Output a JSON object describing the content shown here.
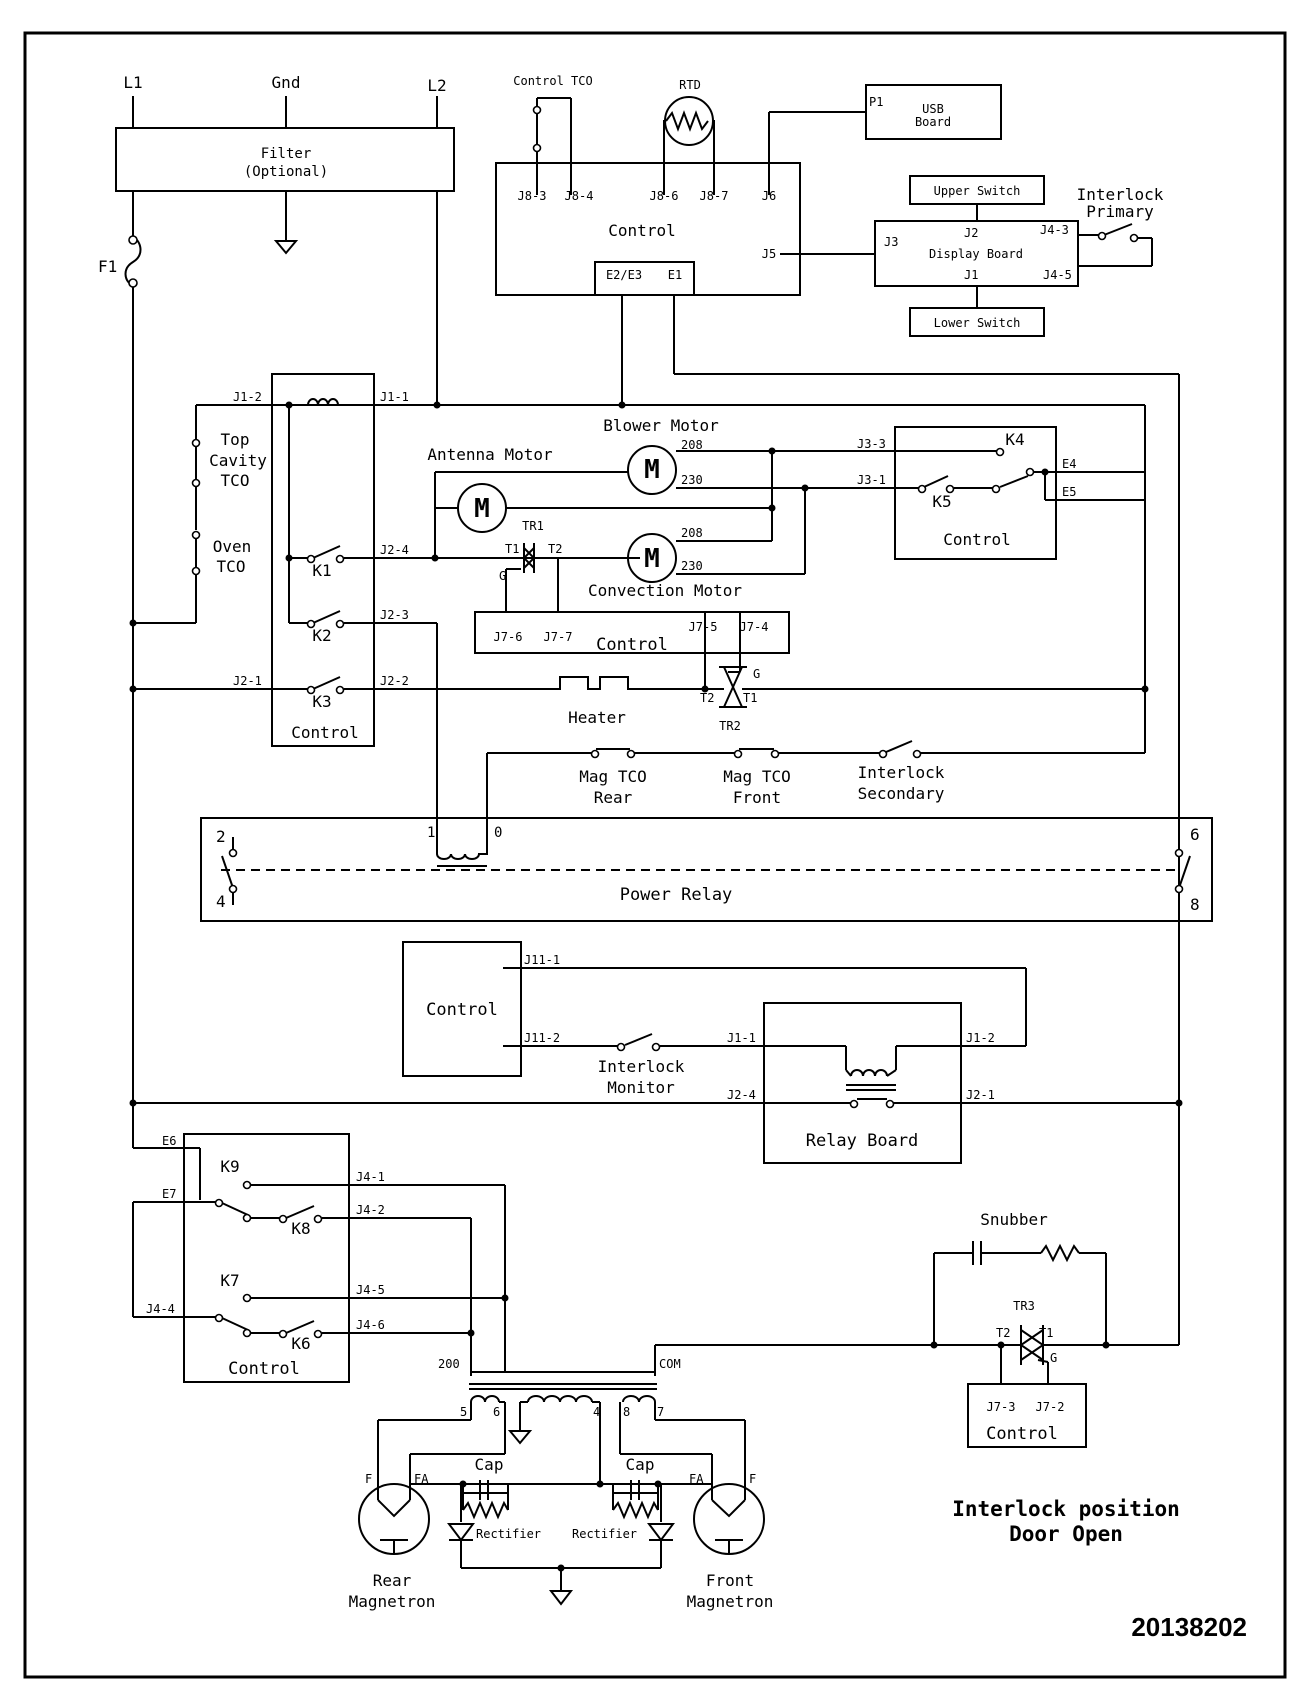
{
  "labels": {
    "l1": "L1",
    "gnd": "Gnd",
    "l2": "L2",
    "filter": "Filter",
    "filter_opt": "(Optional)",
    "f1": "F1",
    "control_tco": "Control TCO",
    "rtd": "RTD",
    "usb_p1": "P1",
    "usb1": "USB",
    "usb2": "Board",
    "j8_3": "J8-3",
    "j8_4": "J8-4",
    "j8_6": "J8-6",
    "j8_7": "J8-7",
    "j6": "J6",
    "j5": "J5",
    "control": "Control",
    "e2e3": "E2/E3",
    "e1": "E1",
    "upper_switch": "Upper Switch",
    "lower_switch": "Lower Switch",
    "interlock": "Interlock",
    "primary": "Primary",
    "display_board": "Display Board",
    "j3": "J3",
    "j2": "J2",
    "j1": "J1",
    "j4_3": "J4-3",
    "j4_5": "J4-5",
    "j1_2": "J1-2",
    "j1_1": "J1-1",
    "top": "Top",
    "cavity": "Cavity",
    "tco": "TCO",
    "oven": "Oven",
    "k1": "K1",
    "k2": "K2",
    "k3": "K3",
    "k4": "K4",
    "k5": "K5",
    "j2_4": "J2-4",
    "j2_3": "J2-3",
    "j2_1": "J2-1",
    "j2_2": "J2-2",
    "blower_motor": "Blower Motor",
    "antenna_motor": "Antenna Motor",
    "convection_motor": "Convection Motor",
    "m": "M",
    "n208": "208",
    "n230": "230",
    "j3_3": "J3-3",
    "j3_1": "J3-1",
    "e4": "E4",
    "e5": "E5",
    "tr1": "TR1",
    "tr2": "TR2",
    "tr3": "TR3",
    "t1": "T1",
    "t2": "T2",
    "g": "G",
    "j7_6": "J7-6",
    "j7_7": "J7-7",
    "j7_5": "J7-5",
    "j7_4": "J7-4",
    "j7_3": "J7-3",
    "j7_2": "J7-2",
    "heater": "Heater",
    "mag_tco": "Mag TCO",
    "rear": "Rear",
    "front": "Front",
    "secondary": "Secondary",
    "pr_2": "2",
    "pr_4": "4",
    "pr_1": "1",
    "pr_0": "0",
    "pr_6": "6",
    "pr_8": "8",
    "power_relay": "Power Relay",
    "j11_1": "J11-1",
    "j11_2": "J11-2",
    "monitor": "Monitor",
    "j1_1b": "J1-1",
    "j1_2b": "J1-2",
    "j2_4b": "J2-4",
    "j2_1b": "J2-1",
    "relay_board": "Relay Board",
    "e6": "E6",
    "e7": "E7",
    "k9": "K9",
    "k8": "K8",
    "k7": "K7",
    "k6": "K6",
    "j4_1": "J4-1",
    "j4_2": "J4-2",
    "j4_5b": "J4-5",
    "j4_6": "J4-6",
    "j4_4": "J4-4",
    "snubber": "Snubber",
    "n200": "200",
    "com": "COM",
    "n5": "5",
    "n6": "6",
    "n4": "4",
    "n8": "8",
    "n7": "7",
    "cap": "Cap",
    "f": "F",
    "fa": "FA",
    "rectifier": "Rectifier",
    "magnetron": "Magnetron",
    "interlock_position": "Interlock position",
    "door_open": "Door Open",
    "doc_number": "20138202"
  }
}
